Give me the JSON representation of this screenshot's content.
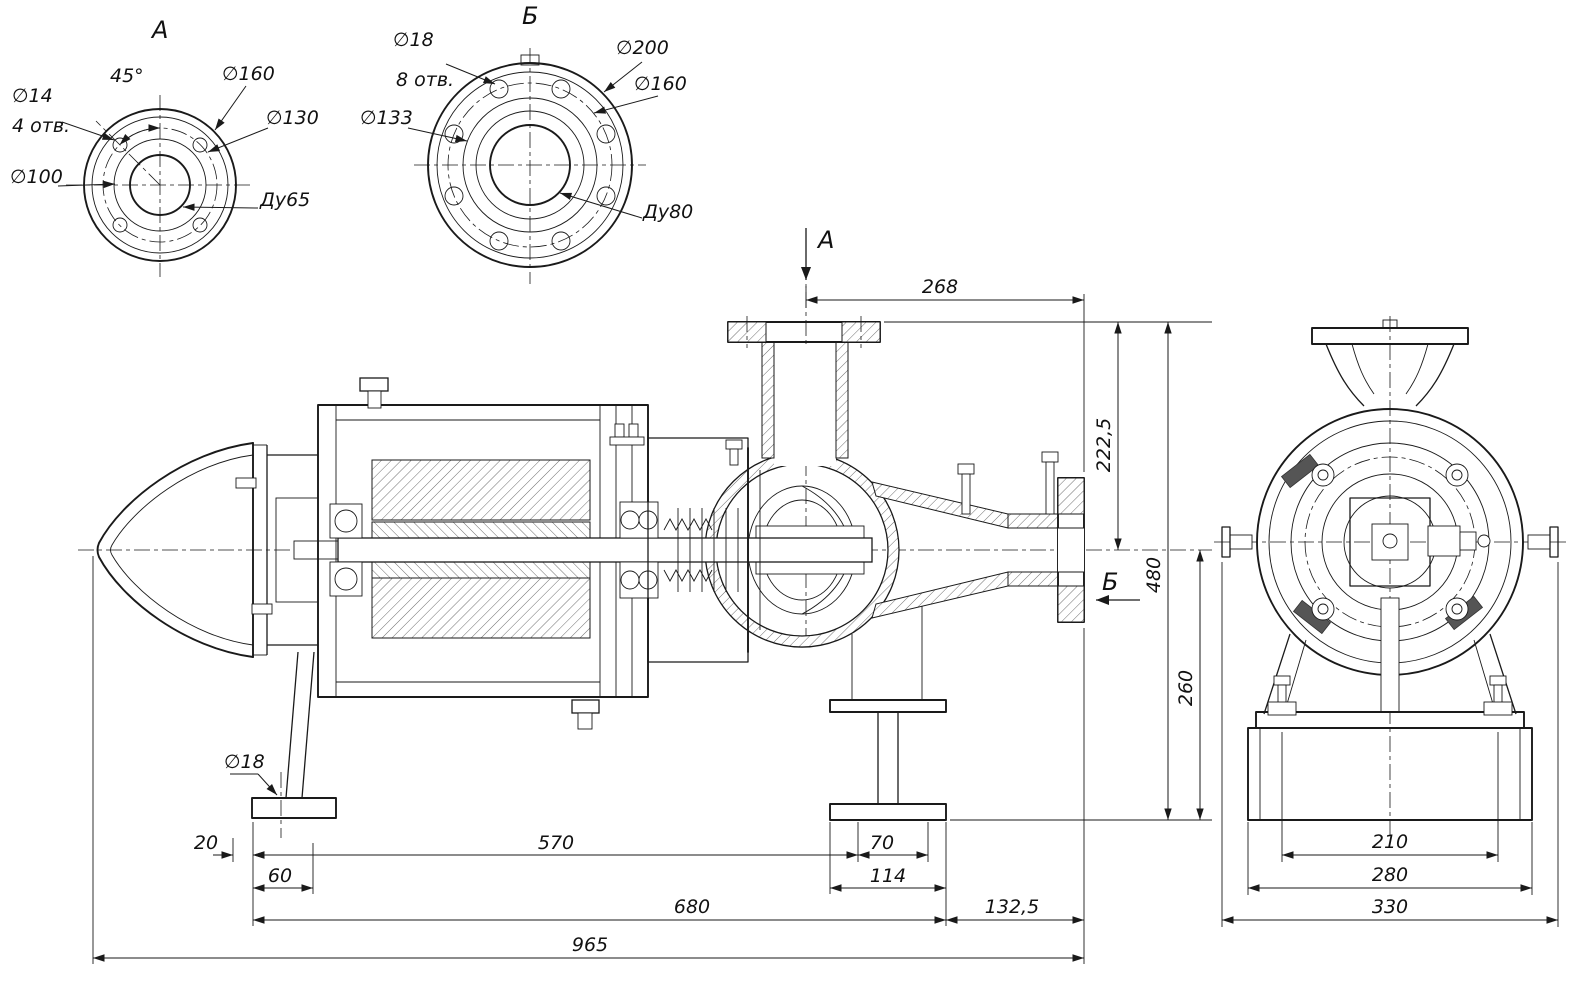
{
  "colors": {
    "line": "#1a1a1a",
    "background": "#ffffff"
  },
  "flange_a": {
    "title": "А",
    "angle": "45°",
    "hole_dia": "∅14",
    "holes": "4 отв.",
    "d160": "∅160",
    "d130": "∅130",
    "d100": "∅100",
    "dn": "Ду65"
  },
  "flange_b": {
    "title": "Б",
    "hole_dia": "∅18",
    "holes": "8 отв.",
    "d200": "∅200",
    "d160": "∅160",
    "d133": "∅133",
    "dn": "Ду80"
  },
  "main": {
    "section_a": "А",
    "section_b": "Б",
    "d268": "268",
    "d222_5": "222,5",
    "d480": "480",
    "d260": "260",
    "base_hole_dia": "∅18",
    "d20": "20",
    "d60": "60",
    "d570": "570",
    "d70": "70",
    "d114": "114",
    "d680": "680",
    "d132_5": "132,5",
    "d965": "965"
  },
  "end_view": {
    "d210": "210",
    "d280": "280",
    "d330": "330"
  }
}
